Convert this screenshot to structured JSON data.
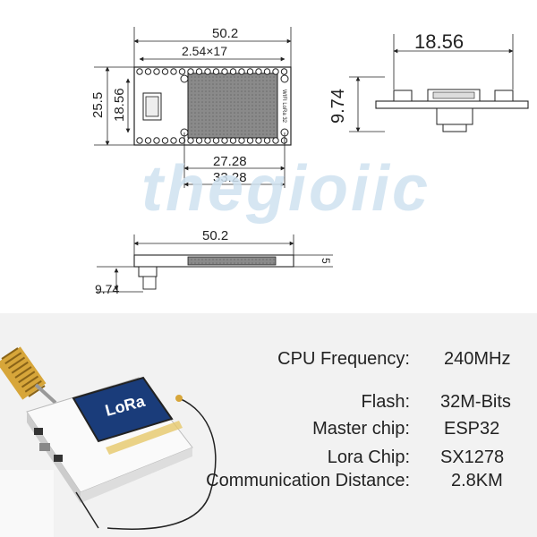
{
  "watermark": "thegioiic",
  "dimensions": {
    "top_width": "50.2",
    "pin_pitch": "2.54×17",
    "height_outer": "25.5",
    "height_inner": "18.56",
    "hole_inner": "27.28",
    "hole_outer": "33.28",
    "side_width": "18.56",
    "side_height": "9.74",
    "bottom_width": "50.2",
    "bottom_left_height": "9.74",
    "bottom_right_small": "5"
  },
  "board_silkscreen": "WIFI LoRa 32",
  "oled_text": "LoRa",
  "specs": [
    {
      "label": "CPU Frequency:",
      "value": "240MHz"
    },
    {
      "label": "Flash:",
      "value": "32M-Bits"
    },
    {
      "label": "Master chip:",
      "value": "ESP32"
    },
    {
      "label": "Lora Chip:",
      "value": "SX1278"
    },
    {
      "label": "Communication Distance:",
      "value": "2.8KM"
    }
  ]
}
